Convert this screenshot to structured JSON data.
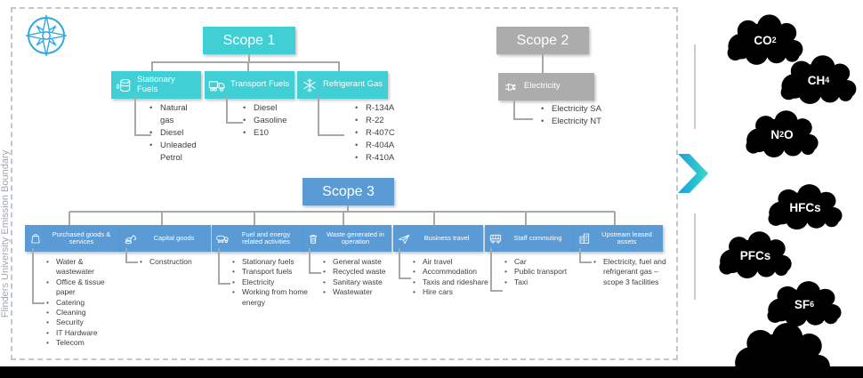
{
  "boundary": {
    "label": "Flinders University Emission Boundary"
  },
  "colors": {
    "scope1": "#3FCFD5",
    "scope2": "#ACACAC",
    "scope3": "#5B9BD5",
    "cloud": "#D4DAE1",
    "connector": "#A8A8A8",
    "compass": "#2FA8E1",
    "chevron_gradient": [
      "#1F9CDE",
      "#35DCC6"
    ],
    "bottom_bar": "#000000"
  },
  "scope1": {
    "title": "Scope 1",
    "categories": [
      {
        "label": "Stationary Fuels",
        "icon": "fuel-drum-icon",
        "items": [
          "Natural gas",
          "Diesel",
          "Unleaded Petrol"
        ]
      },
      {
        "label": "Transport Fuels",
        "icon": "truck-icon",
        "items": [
          "Diesel",
          "Gasoline",
          "E10"
        ]
      },
      {
        "label": "Refrigerant Gas",
        "icon": "snowflake-icon",
        "items": [
          "R-134A",
          "R-22",
          "R-407C",
          "R-404A",
          "R-410A"
        ]
      }
    ]
  },
  "scope2": {
    "title": "Scope 2",
    "categories": [
      {
        "label": "Electricity",
        "icon": "plug-icon",
        "items": [
          "Electricity SA",
          "Electricity NT"
        ]
      }
    ]
  },
  "scope3": {
    "title": "Scope 3",
    "categories": [
      {
        "label": "Purchased goods & services",
        "icon": "shopping-bag-icon",
        "items": [
          "Water & wastewater",
          "Office & tissue paper",
          "Catering",
          "Cleaning",
          "Security",
          "IT Hardware",
          "Telecom"
        ]
      },
      {
        "label": "Capital goods",
        "icon": "excavator-icon",
        "items": [
          "Construction"
        ]
      },
      {
        "label": "Fuel and energy related activities",
        "icon": "fuel-tanker-icon",
        "items": [
          "Stationary fuels",
          "Transport fuels",
          "Electricity",
          "Working from home energy"
        ]
      },
      {
        "label": "Waste generated in operation",
        "icon": "trash-bin-icon",
        "items": [
          "General waste",
          "Recycled waste",
          "Sanitary waste",
          "Wastewater"
        ]
      },
      {
        "label": "Business travel",
        "icon": "airplane-icon",
        "items": [
          "Air travel",
          "Accommodation",
          "Taxis and rideshare",
          "Hire cars"
        ]
      },
      {
        "label": "Staff commuting",
        "icon": "bus-icon",
        "items": [
          "Car",
          "Public transport",
          "Taxi"
        ]
      },
      {
        "label": "Upstream leased assets",
        "icon": "buildings-icon",
        "items": [
          "Electricity, fuel and refrigerant gas – scope 3 facilities"
        ]
      }
    ]
  },
  "gases": [
    {
      "main": "CO",
      "sub": "2",
      "tail": ""
    },
    {
      "main": "CH",
      "sub": "4",
      "tail": ""
    },
    {
      "main": "N",
      "sub": "2",
      "tail": "O"
    },
    {
      "main": "HFCs",
      "sub": "",
      "tail": ""
    },
    {
      "main": "PFCs",
      "sub": "",
      "tail": ""
    },
    {
      "main": "SF",
      "sub": "6",
      "tail": ""
    }
  ]
}
